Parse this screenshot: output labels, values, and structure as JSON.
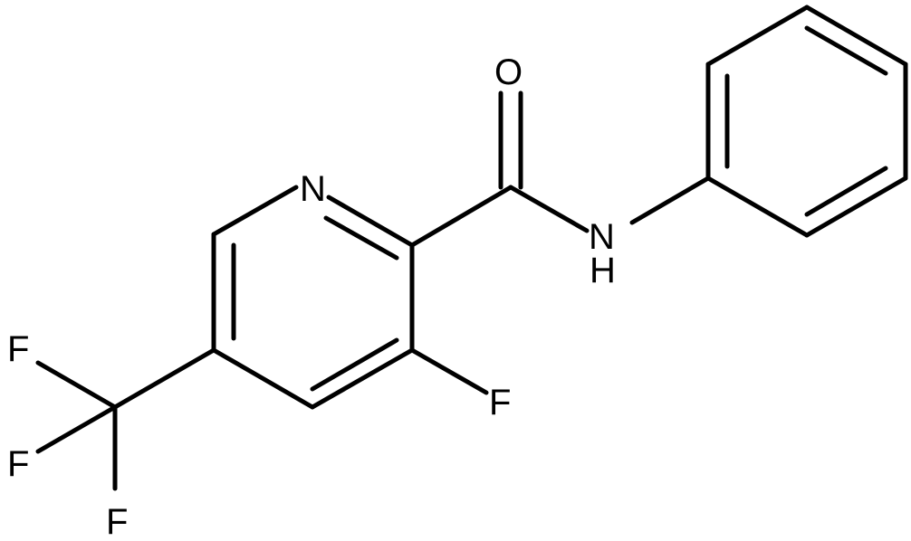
{
  "atoms": {
    "ring_nitrogen": "N",
    "carbonyl_oxygen": "O",
    "amide_nitrogen": "N",
    "amide_hydrogen": "H",
    "ring_fluorine": "F",
    "cf3_fluorine_top": "F",
    "cf3_fluorine_mid": "F",
    "cf3_fluorine_bottom": "F"
  }
}
